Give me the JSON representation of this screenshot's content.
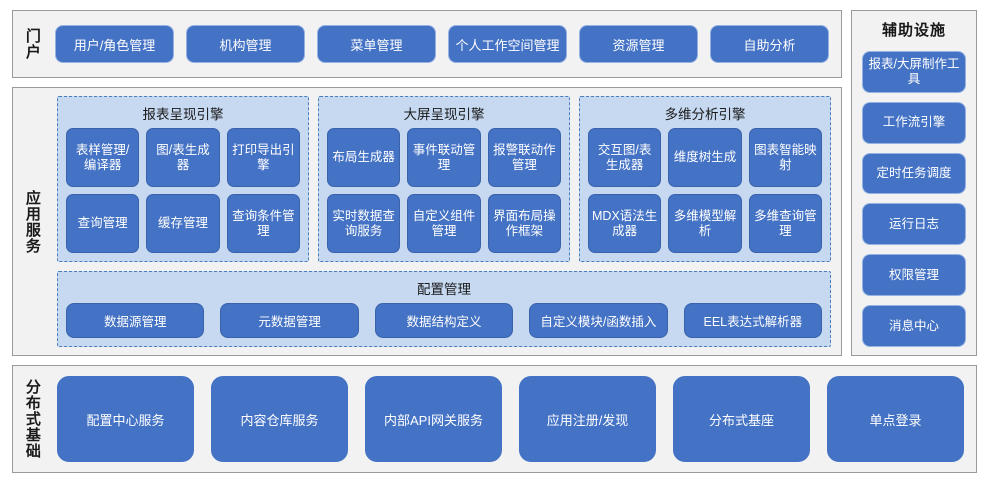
{
  "portal": {
    "label": "门户",
    "items": [
      "用户/角色管理",
      "机构管理",
      "菜单管理",
      "个人工作空间管理",
      "资源管理",
      "自助分析"
    ]
  },
  "aux": {
    "title": "辅助设施",
    "items": [
      "报表/大屏制作工具",
      "工作流引擎",
      "定时任务调度",
      "运行日志",
      "权限管理",
      "消息中心"
    ]
  },
  "app_service": {
    "label": "应用服务",
    "engines": [
      {
        "title": "报表呈现引擎",
        "cells": [
          "表样管理/编译器",
          "图/表生成器",
          "打印导出引擎",
          "查询管理",
          "缓存管理",
          "查询条件管理"
        ]
      },
      {
        "title": "大屏呈现引擎",
        "cells": [
          "布局生成器",
          "事件联动管理",
          "报警联动作管理",
          "实时数据查询服务",
          "自定义组件管理",
          "界面布局操作框架"
        ]
      },
      {
        "title": "多维分析引擎",
        "cells": [
          "交互图/表生成器",
          "维度树生成",
          "图表智能映射",
          "MDX语法生成器",
          "多维模型解析",
          "多维查询管理"
        ]
      }
    ],
    "config": {
      "title": "配置管理",
      "cells": [
        "数据源管理",
        "元数据管理",
        "数据结构定义",
        "自定义模块/函数插入",
        "EEL表达式解析器"
      ]
    }
  },
  "infra": {
    "label": "分布式基础",
    "items": [
      "配置中心服务",
      "内容仓库服务",
      "内部API网关服务",
      "应用注册/发现",
      "分布式基座",
      "单点登录"
    ]
  },
  "colors": {
    "button_fill": "#4472C4",
    "group_fill": "#C6D9F1",
    "group_border": "#4A7EBB",
    "band_fill": "#F2F2F2",
    "band_border": "#9A9A9A",
    "text_on_button": "#FFFFFF"
  }
}
